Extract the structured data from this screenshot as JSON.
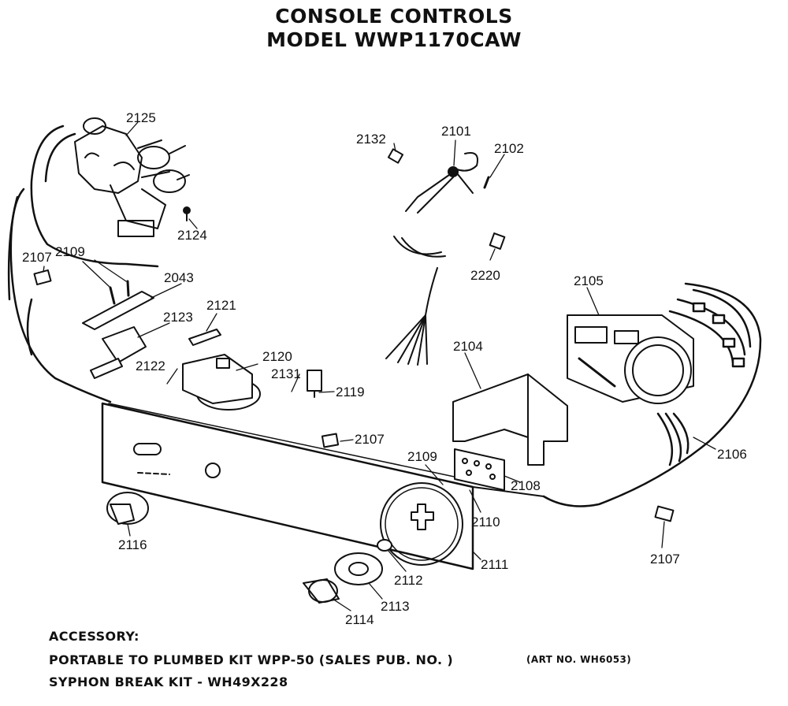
{
  "title": {
    "line1": "CONSOLE CONTROLS",
    "line2": "MODEL WWP1170CAW"
  },
  "labels": {
    "p2125": "2125",
    "p2132": "2132",
    "p2101": "2101",
    "p2102": "2102",
    "p2124": "2124",
    "p2107a": "2107",
    "p2109a": "2109",
    "p2043": "2043",
    "p2121": "2121",
    "p2123": "2123",
    "p2220": "2220",
    "p2105": "2105",
    "p2104": "2104",
    "p2120": "2120",
    "p2131": "2131",
    "p2122": "2122",
    "p2119": "2119",
    "p2107b": "2107",
    "p2109b": "2109",
    "p2108": "2108",
    "p2106": "2106",
    "p2110": "2110",
    "p2116": "2116",
    "p2111": "2111",
    "p2112": "2112",
    "p2113": "2113",
    "p2107c": "2107",
    "p2114": "2114"
  },
  "footer": {
    "accessory": "ACCESSORY:",
    "kit1": "PORTABLE TO PLUMBED KIT   WPP-50 (SALES PUB. NO. )",
    "kit2": "SYPHON BREAK KIT - WH49X228",
    "art_no": "(ART NO. WH6053)"
  }
}
